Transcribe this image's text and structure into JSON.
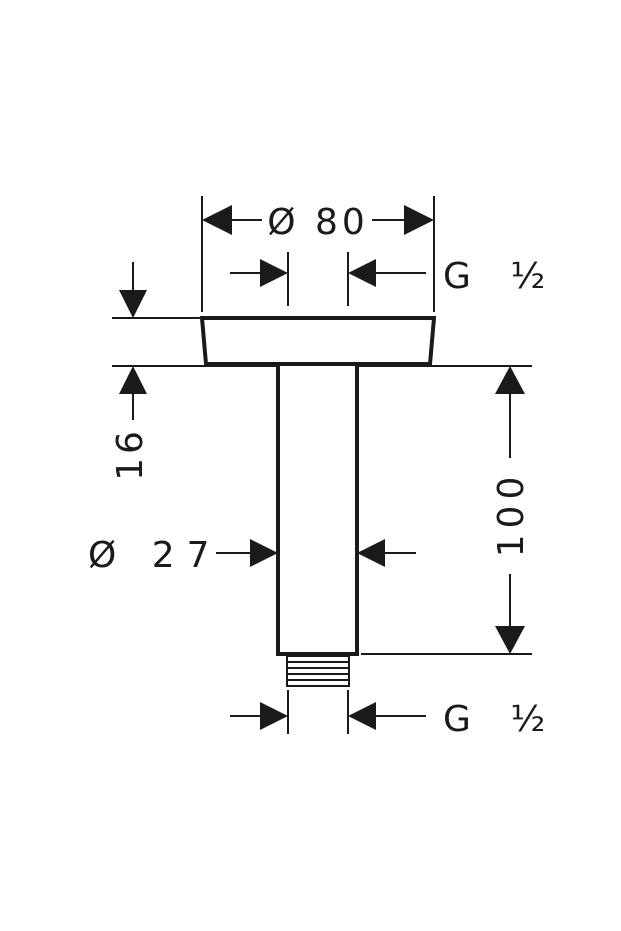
{
  "drawing": {
    "flange_diameter_label": "Ø 80",
    "thread_top_label": "G ½",
    "flange_height_label": "16",
    "pipe_diameter_label": "Ø 27",
    "length_label": "100",
    "thread_bottom_label": "G ½"
  },
  "colors": {
    "ink": "#1a1a1a",
    "background": "#ffffff"
  }
}
